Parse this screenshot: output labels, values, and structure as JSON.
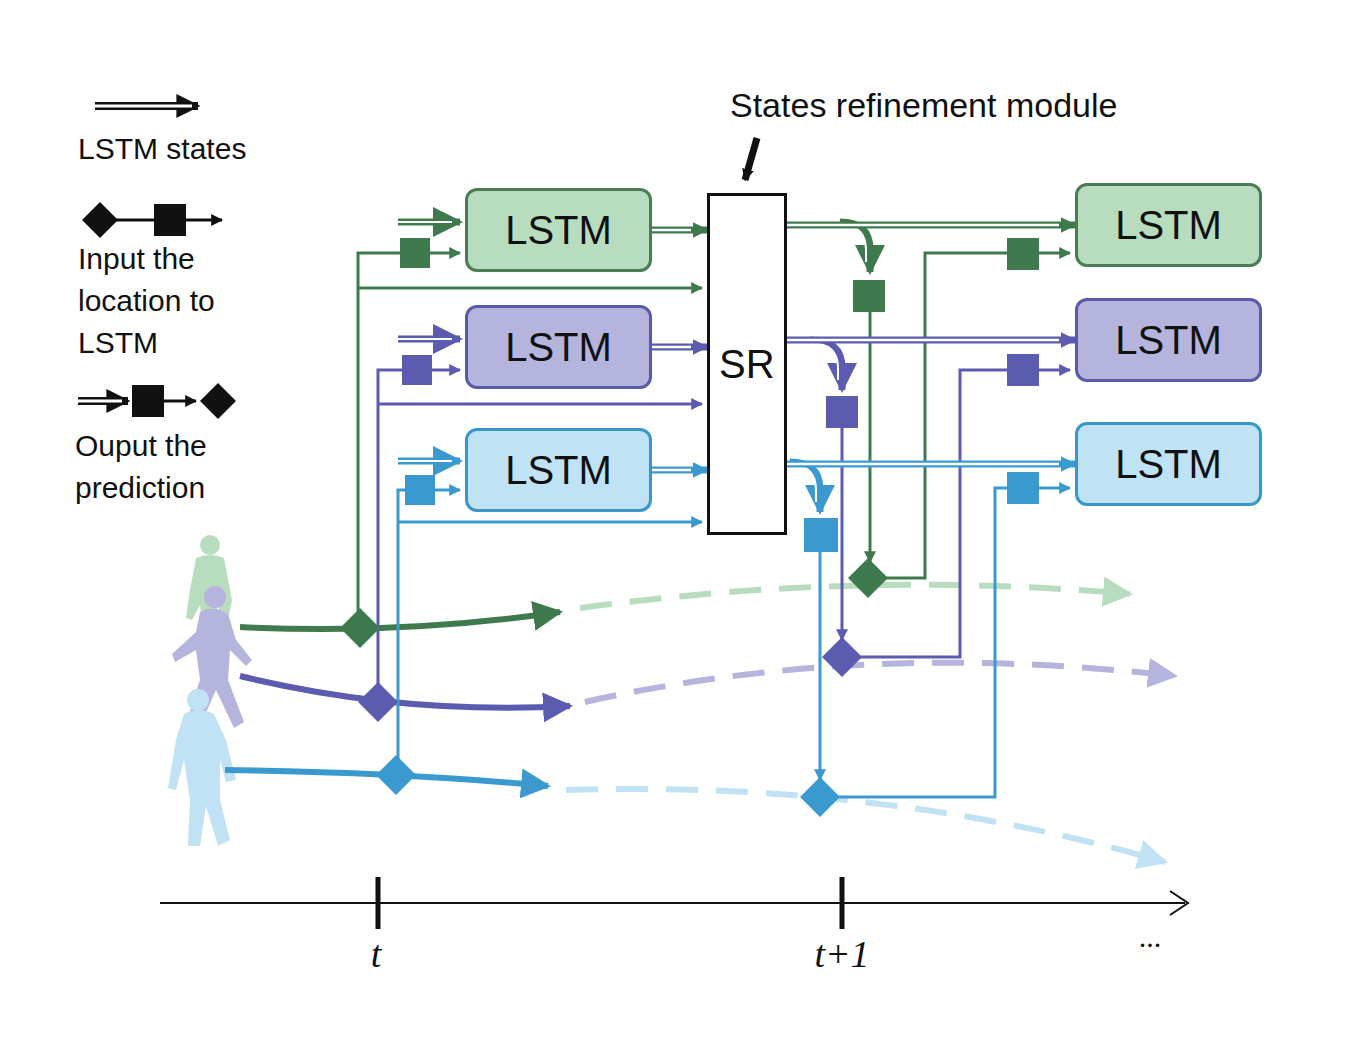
{
  "diagram": {
    "nodes": [
      {
        "text": [
          "LSTM"
        ]
      },
      {
        "text": [
          "LSTM"
        ]
      },
      {
        "text": [
          "LSTM"
        ]
      },
      {
        "text": [
          "SR"
        ]
      },
      {
        "text": [
          "LSTM"
        ]
      },
      {
        "text": [
          "LSTM"
        ]
      },
      {
        "text": [
          "LSTM"
        ]
      }
    ],
    "edges": [
      {
        "from": 0,
        "to": 3,
        "arrow": "to"
      },
      {
        "from": 1,
        "to": 3,
        "arrow": "to"
      },
      {
        "from": 2,
        "to": 3,
        "arrow": "to"
      },
      {
        "from": 3,
        "to": 4,
        "arrow": "to"
      },
      {
        "from": 3,
        "to": 5,
        "arrow": "to"
      },
      {
        "from": 3,
        "to": 6,
        "arrow": "to"
      }
    ],
    "labels": [
      "States refinement module",
      "t",
      "t+1",
      "..."
    ],
    "legend": [
      {
        "text": "LSTM states"
      },
      {
        "text": "Input the location to LSTM"
      },
      {
        "text": "Ouput the prediction"
      }
    ]
  }
}
